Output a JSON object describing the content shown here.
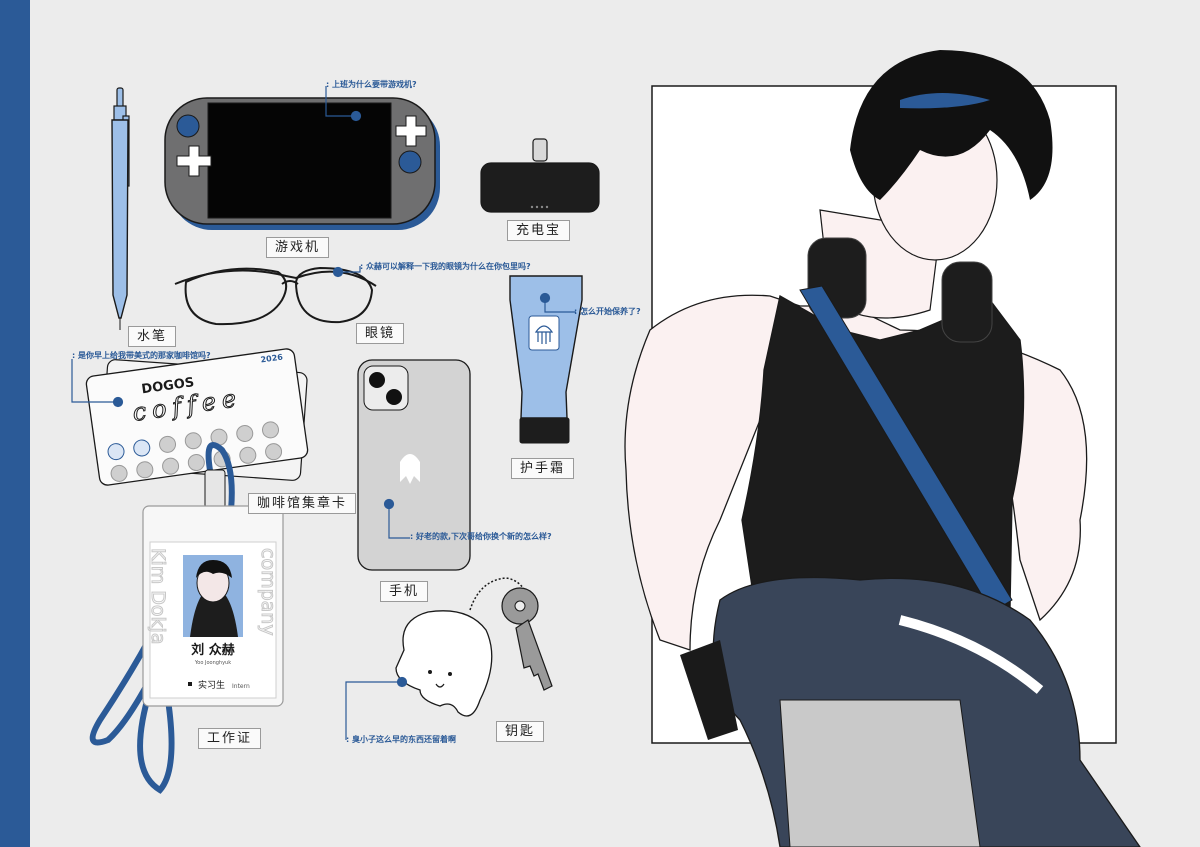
{
  "colors": {
    "accent": "#2b5a97",
    "background": "#ececec",
    "light_blue": "#9dbfe8",
    "ink": "#1a1a1a"
  },
  "labels": {
    "pen": "水笔",
    "console": "游戏机",
    "powerbank": "充电宝",
    "glasses": "眼镜",
    "cream": "护手霜",
    "coffee_card": "咖啡馆集章卡",
    "phone": "手机",
    "badge": "工作证",
    "keys": "钥匙"
  },
  "notes": {
    "console": "上班为什么要带游戏机?",
    "glasses": "众赫可以解释一下我的眼镜为什么在你包里吗?",
    "cream": "怎么开始保养了?",
    "coffee_card": "是你早上给我带美式的那家咖啡馆吗?",
    "phone": "好老的款,下次哥给你换个新的怎么样?",
    "keys": "臭小子这么早的东西还留着啊"
  },
  "coffee_card": {
    "brand": "DOGOS",
    "script": "coffee",
    "year": "2026"
  },
  "badge": {
    "name_cn": "刘 众赫",
    "name_romanized": "Yoo Joonghyuk",
    "role_cn": "实习生",
    "role_en": "Intern",
    "side_left": "Kim Dokja",
    "side_right": "company"
  }
}
